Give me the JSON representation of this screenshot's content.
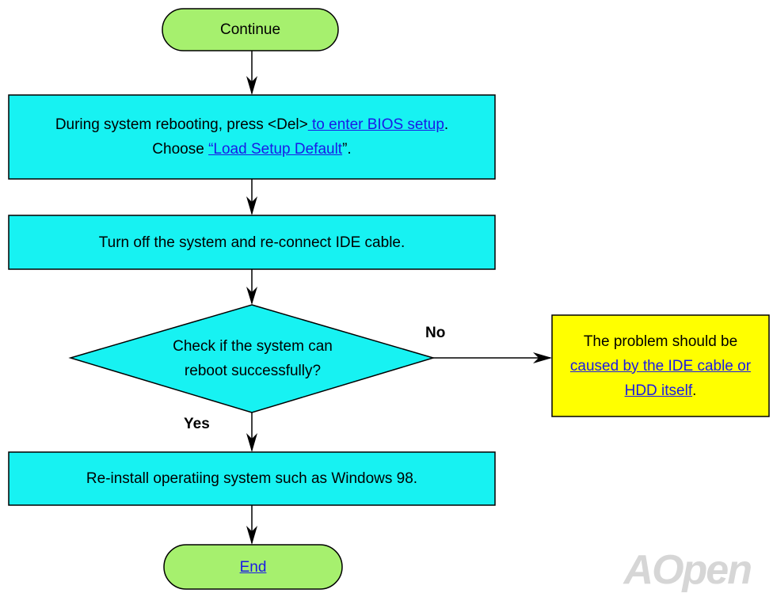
{
  "colors": {
    "terminal": "#a6f06e",
    "process": "#17f2f2",
    "note": "#ffff00",
    "link": "#1a1ae6"
  },
  "nodes": {
    "continue": "Continue",
    "step1": {
      "text_before": "During system rebooting, press <Del>",
      "link1": " to enter BIOS setup",
      "text_mid": ". Choose ",
      "link2": "“Load Setup Default",
      "text_after": "”."
    },
    "step2": "Turn off the system and re-connect IDE cable.",
    "decision": "Check if the system can reboot successfully?",
    "note": {
      "text_before": "The problem should be ",
      "link": "caused by the IDE cable or HDD itself",
      "text_after": "."
    },
    "step3": "Re-install operatiing system such as Windows 98.",
    "end": "End"
  },
  "edges": {
    "no": "No",
    "yes": "Yes"
  },
  "watermark": "AOpen"
}
